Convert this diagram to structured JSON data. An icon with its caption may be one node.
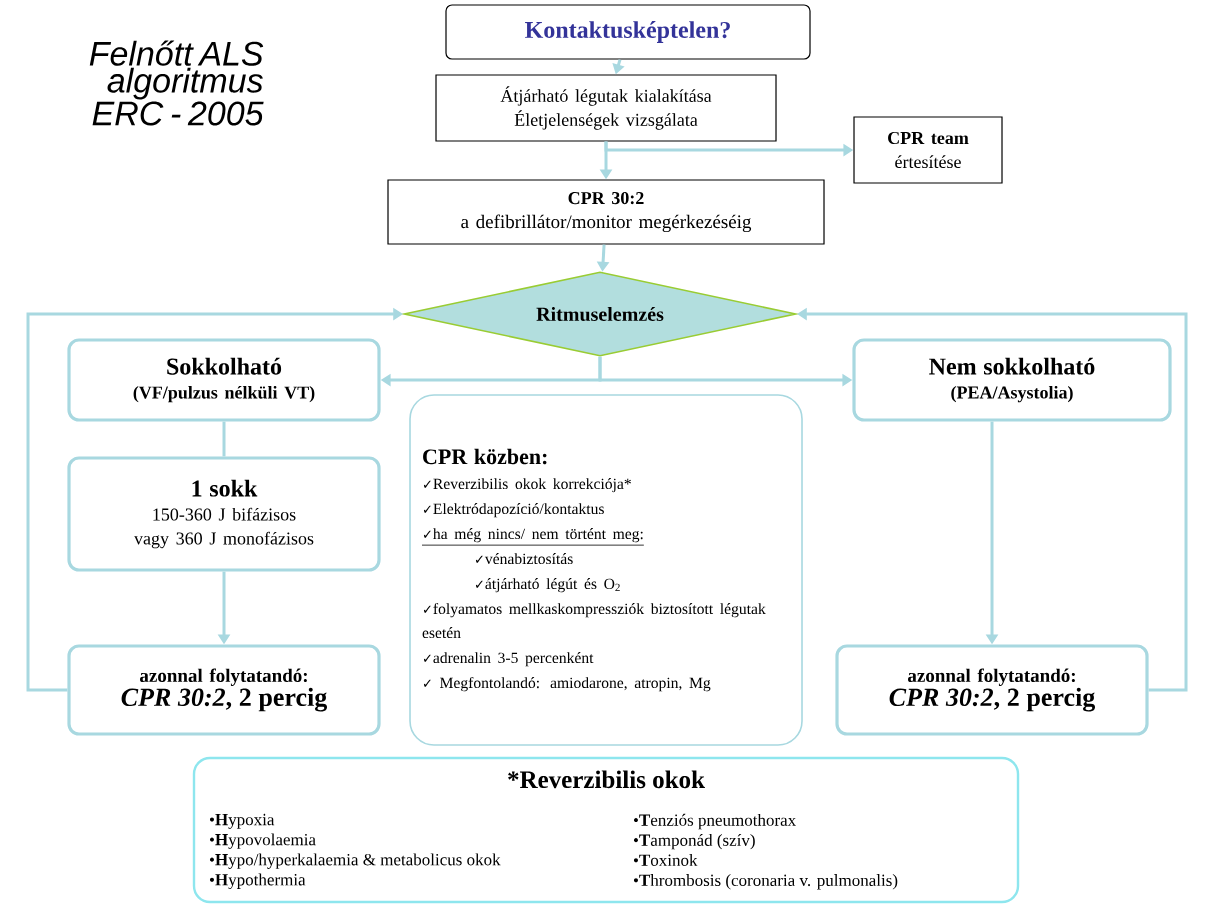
{
  "diagram": {
    "title": "Felnőtt ALS algoritmus ERC - 2005",
    "nodes": [
      {
        "text": [
          "Kontaktusképtelen?"
        ]
      },
      {
        "text": [
          "Átjárható légutak kialakítása Életjelenségek vizsgálata"
        ]
      },
      {
        "text": [
          "CPR team",
          "értesítése"
        ]
      },
      {
        "text": [
          "CPR 30:2",
          "a defibrillátor/monitor megérkezéséig"
        ]
      },
      {
        "text": [
          "Ritmuselemzés"
        ]
      },
      {
        "text": [
          "Sokkolható",
          "(VF/pulzus nélküli VT)"
        ]
      },
      {
        "text": [
          "CPR közben:",
          "✓Reverzibilis okok korrekciója*",
          "✓Elektródapozíció/kontaktus",
          "✓ha még nincs/ nem történt meg:",
          "✓vénabiztosítás",
          "✓átjárható légút és O$_{2}$",
          "✓folyamatos mellkaskompressziók biztosított légutak esetén",
          "✓adrenalin 3-5 percenként",
          "✓ Megfontolandó: amiodarone, atropin, Mg"
        ]
      },
      {
        "text": [
          "1 sokk",
          "150-360 J bifázisos vagy 360 J monofázisos"
        ]
      },
      {
        "text": [
          "azonnal folytatandó:",
          "*CPR 30:2*, 2 percig"
        ]
      },
      {
        "text": [
          "Nem sokkolható",
          "(PEA/Asystolia)"
        ]
      },
      {
        "text": [
          "azonnal folytatandó:",
          "*CPR 30:2*, 2 percig"
        ]
      },
      {
        "text": [
          "*Reverzibilis okok",
          "•**H**ypoxia",
          "•**H**ypovolaemia",
          "•**H**ypo/hyperkalaemia & metabolicus okok",
          "•**H**ypothermia",
          "•**T**enziós pneumothorax",
          "•**T**amponád (szív)",
          "•**T**oxinok",
          "•**T**hrombosis (coronaria v. pulmonalis)"
        ]
      }
    ],
    "edges": [
      {
        "from": 0,
        "to": 1,
        "arrow": "to"
      },
      {
        "from": 1,
        "to": 2,
        "arrow": "to"
      },
      {
        "from": 1,
        "to": 3,
        "arrow": "to"
      },
      {
        "from": 3,
        "to": 4,
        "arrow": "to"
      },
      {
        "from": 4,
        "to": 5,
        "arrow": "to"
      },
      {
        "from": 4,
        "to": 9,
        "arrow": "to"
      },
      {
        "from": 5,
        "to": 7,
        "arrow": "none"
      },
      {
        "from": 7,
        "to": 8,
        "arrow": "to"
      },
      {
        "from": 8,
        "to": 4,
        "arrow": "to"
      },
      {
        "from": 9,
        "to": 10,
        "arrow": "to"
      },
      {
        "from": 10,
        "to": 4,
        "arrow": "to"
      }
    ]
  }
}
